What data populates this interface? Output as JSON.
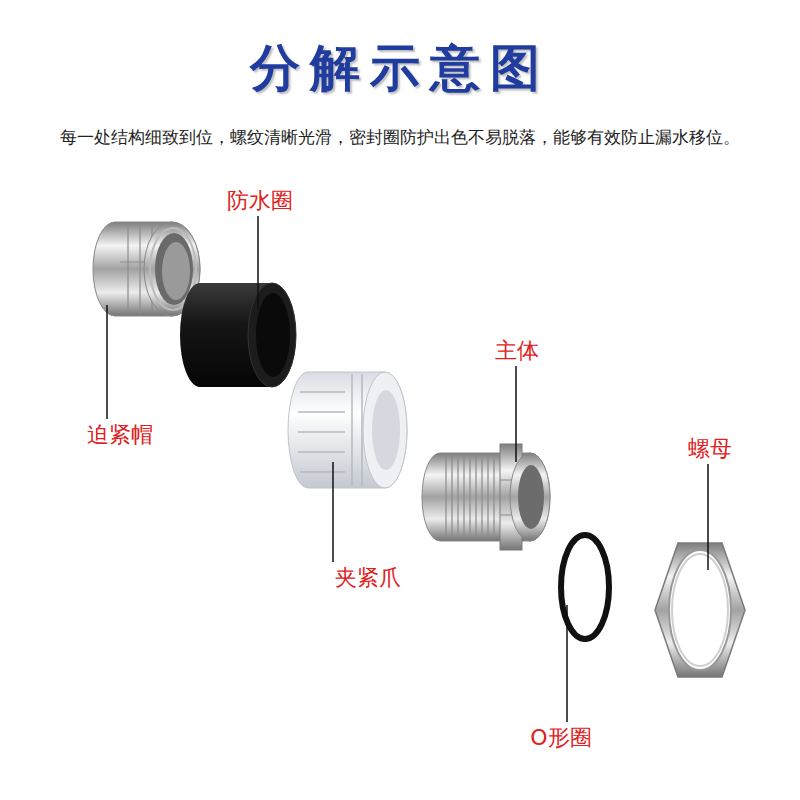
{
  "diagram": {
    "title": "分解示意图",
    "labels": [
      "每一处结构细致到位，螺纹清晰光滑，密封圈防护出色不易脱落，能够有效防止漏水移位。",
      "防水圈",
      "主体",
      "迫紧帽",
      "螺母",
      "夹紧爪",
      "O形圈"
    ]
  }
}
